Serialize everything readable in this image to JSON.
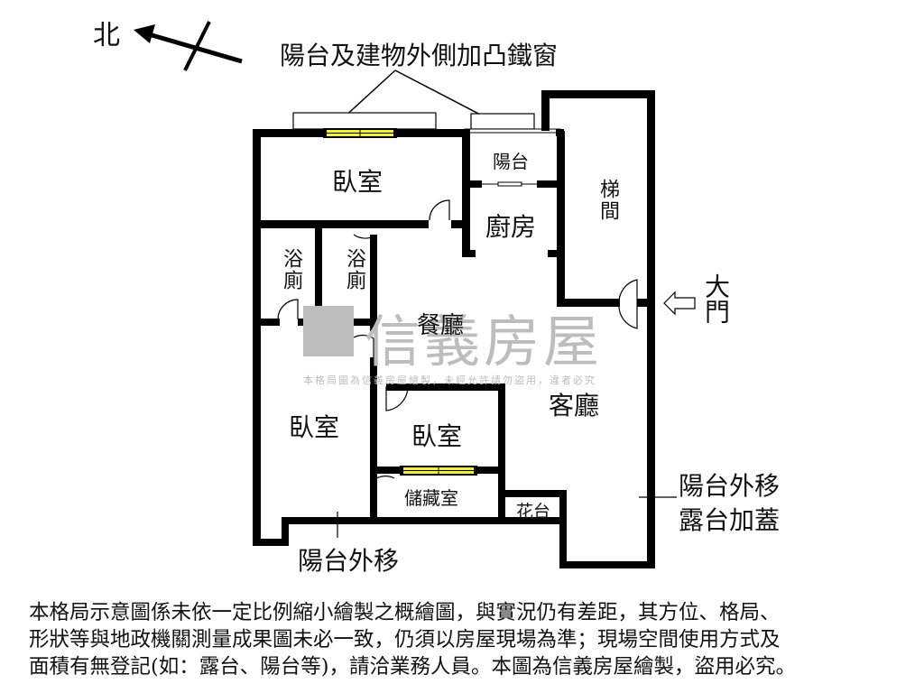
{
  "compass": {
    "label": "北",
    "icon": "north-arrow-icon"
  },
  "annotations": {
    "top": "陽台及建物外側加凸鐵窗",
    "bottom_left": "陽台外移",
    "right_1": "陽台外移",
    "right_2": "露台加蓋",
    "entrance": "大門"
  },
  "rooms": {
    "bedroom_top": "臥室",
    "balcony": "陽台",
    "kitchen": "廚房",
    "stairwell": "梯間",
    "bath_1": "浴廁",
    "bath_2": "浴廁",
    "dining": "餐廳",
    "living": "客廳",
    "bedroom_left": "臥室",
    "bedroom_mid": "臥室",
    "storage": "儲藏室",
    "planter": "花台"
  },
  "watermark": {
    "brand": "信義房屋",
    "notice": "本格局圖為信義房屋繪製，未經允許請勿盜用，違者必究"
  },
  "disclaimer": {
    "line1": "本格局示意圖係未依一定比例縮小繪製之概繪圖，與實況仍有差距，其方位、格局、",
    "line2": "形狀等與地政機關測量成果圖未必一致，仍須以房屋現場為準；現場空間使用方式及",
    "line3": "面積有無登記(如：露台、陽台等)，請洽業務人員。本圖為信義房屋繪製，盜用必究。"
  },
  "colors": {
    "wall": "#000000",
    "window": "#f2ef3a",
    "watermark": "#bdbdbd"
  }
}
